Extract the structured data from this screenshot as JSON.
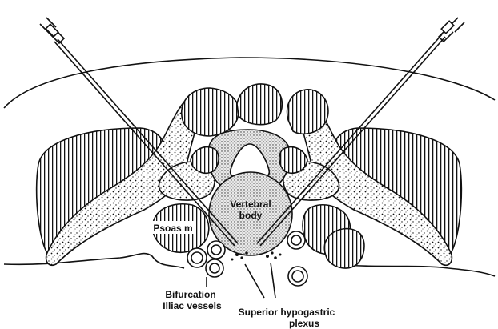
{
  "figure": {
    "labels": {
      "vertebral_line1": "Vertebral",
      "vertebral_line2": "body",
      "psoas": "Psoas m",
      "bifurcation_line1": "Bifurcation",
      "bifurcation_line2": "Illiac vessels",
      "plexus_line1": "Superior hypogastric",
      "plexus_line2": "plexus"
    },
    "colors": {
      "ink": "#111111",
      "paper": "#ffffff",
      "vertebral_fill": "#d9d9d9"
    }
  }
}
